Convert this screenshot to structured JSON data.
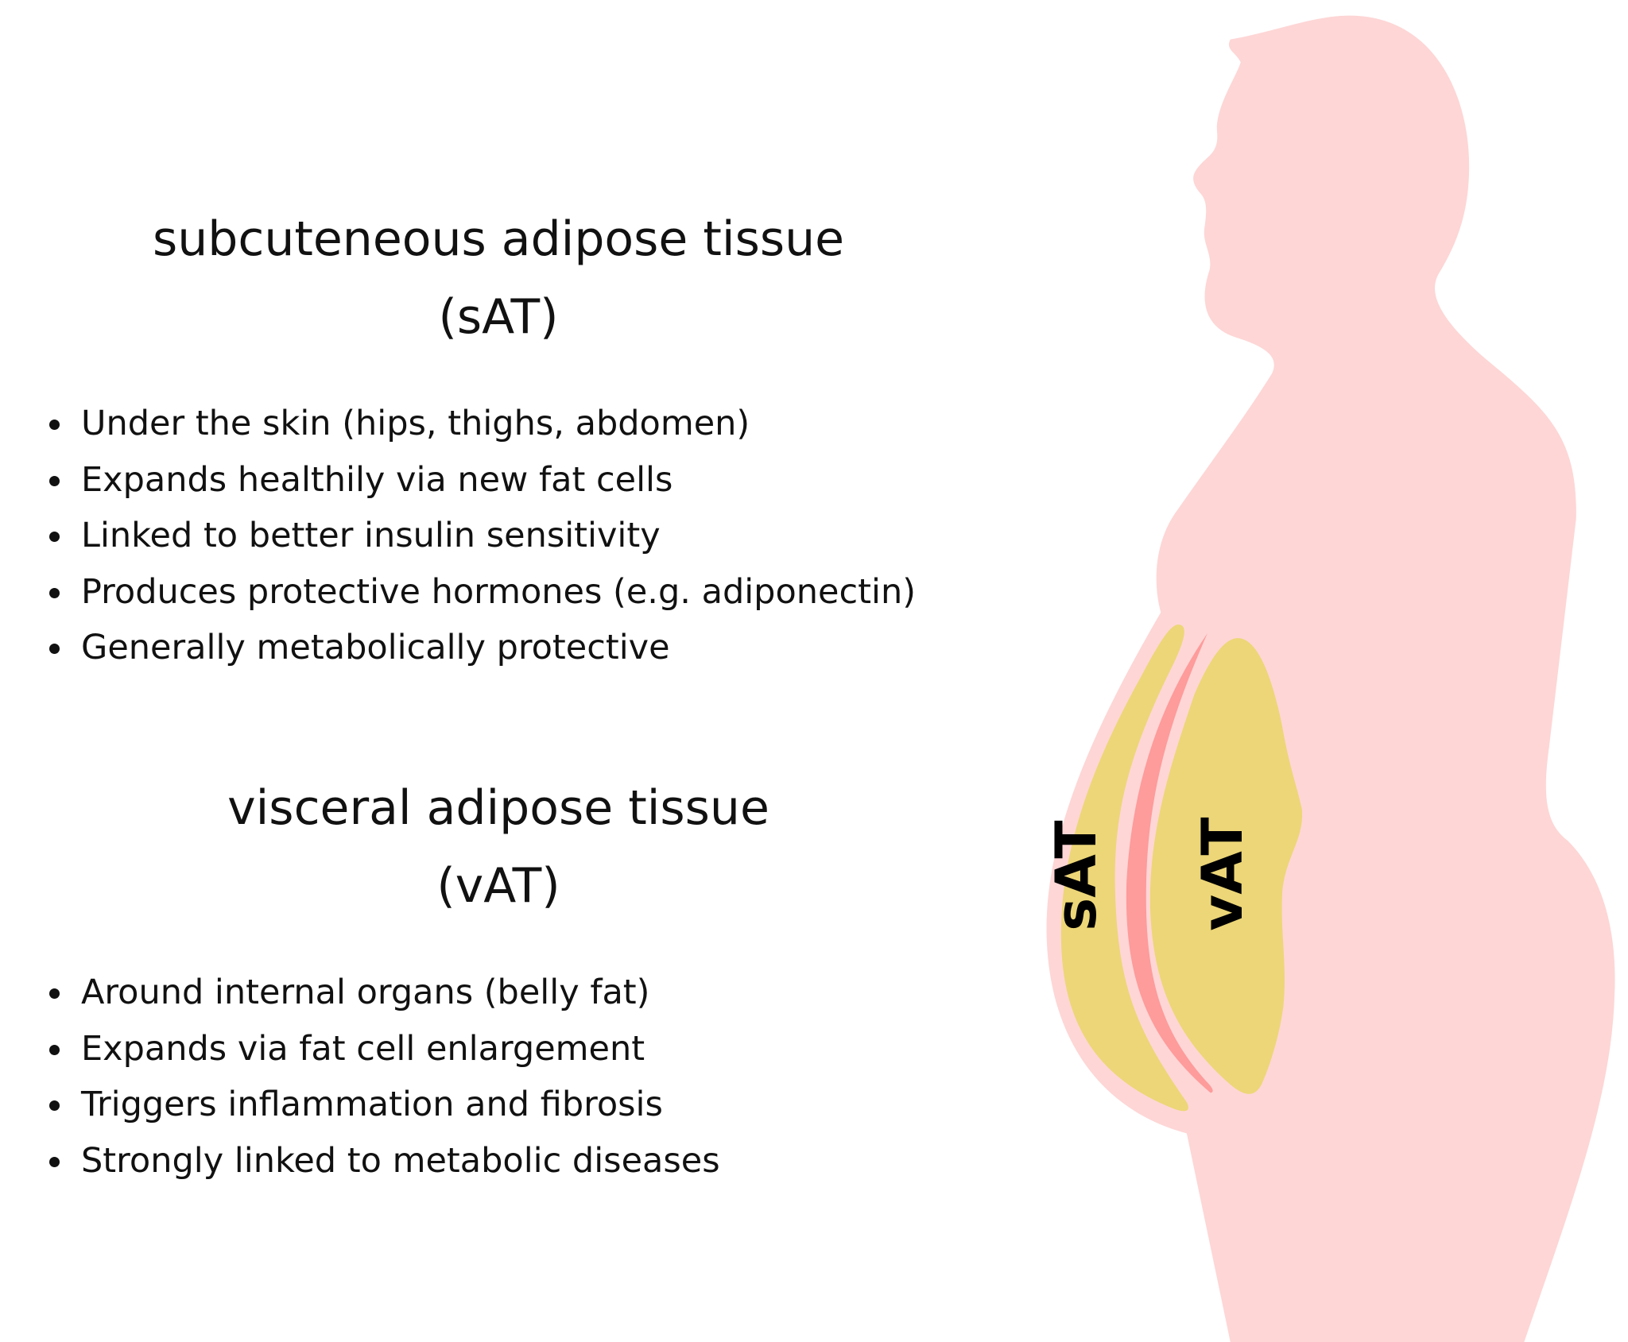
{
  "sat_section": {
    "title_line1": "subcuteneous adipose tissue",
    "title_line2": "(sAT)",
    "bullets": [
      "Under the skin (hips, thighs, abdomen)",
      "Expands healthily via new fat cells",
      "Linked to better insulin sensitivity",
      "Produces protective hormones (e.g. adiponectin)",
      "Generally metabolically protective"
    ]
  },
  "vat_section": {
    "title_line1": "visceral adipose tissue",
    "title_line2": "(vAT)",
    "bullets": [
      "Around internal organs (belly fat)",
      "Expands via fat cell enlargement",
      "Triggers inflammation and fibrosis",
      "Strongly linked to metabolic diseases"
    ]
  },
  "figure": {
    "sat_label": "sAT",
    "vat_label": "vAT",
    "colors": {
      "body": "#fed6d6",
      "fat": "#ecd677",
      "muscle": "#fe9b9b",
      "text": "#000000"
    }
  }
}
